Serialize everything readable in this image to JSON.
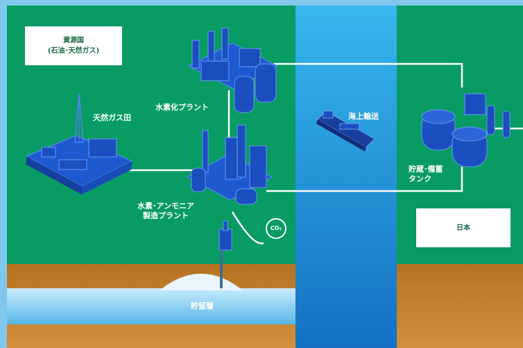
{
  "labels": {
    "resource_country_line1": "資源国",
    "resource_country_line2": "(石油･天然ガス)",
    "gas_field": "天然ガス田",
    "hydrogenation_plant": "水素化プラント",
    "ammonia_plant_line1": "水素･アンモニア",
    "ammonia_plant_line2": "製造プラント",
    "co2": "CO₂",
    "reservoir": "貯留層",
    "sea_transport": "海上輸送",
    "storage_tank_line1": "貯蔵･備蓄",
    "storage_tank_line2": "タンク",
    "japan": "日本"
  },
  "icons": [
    "gas-rig-icon",
    "hydrogenation-plant-icon",
    "ammonia-plant-icon",
    "injection-well-icon",
    "tanker-ship-icon",
    "storage-tank-icon"
  ],
  "colors": {
    "land": "#089b64",
    "sea": "#1f8ed8",
    "earth": "#c17c2c",
    "reservoir": "#8fd3f3",
    "frame": "#7fc8ec",
    "facility": "#1b4fbf",
    "line": "#ffffff"
  }
}
